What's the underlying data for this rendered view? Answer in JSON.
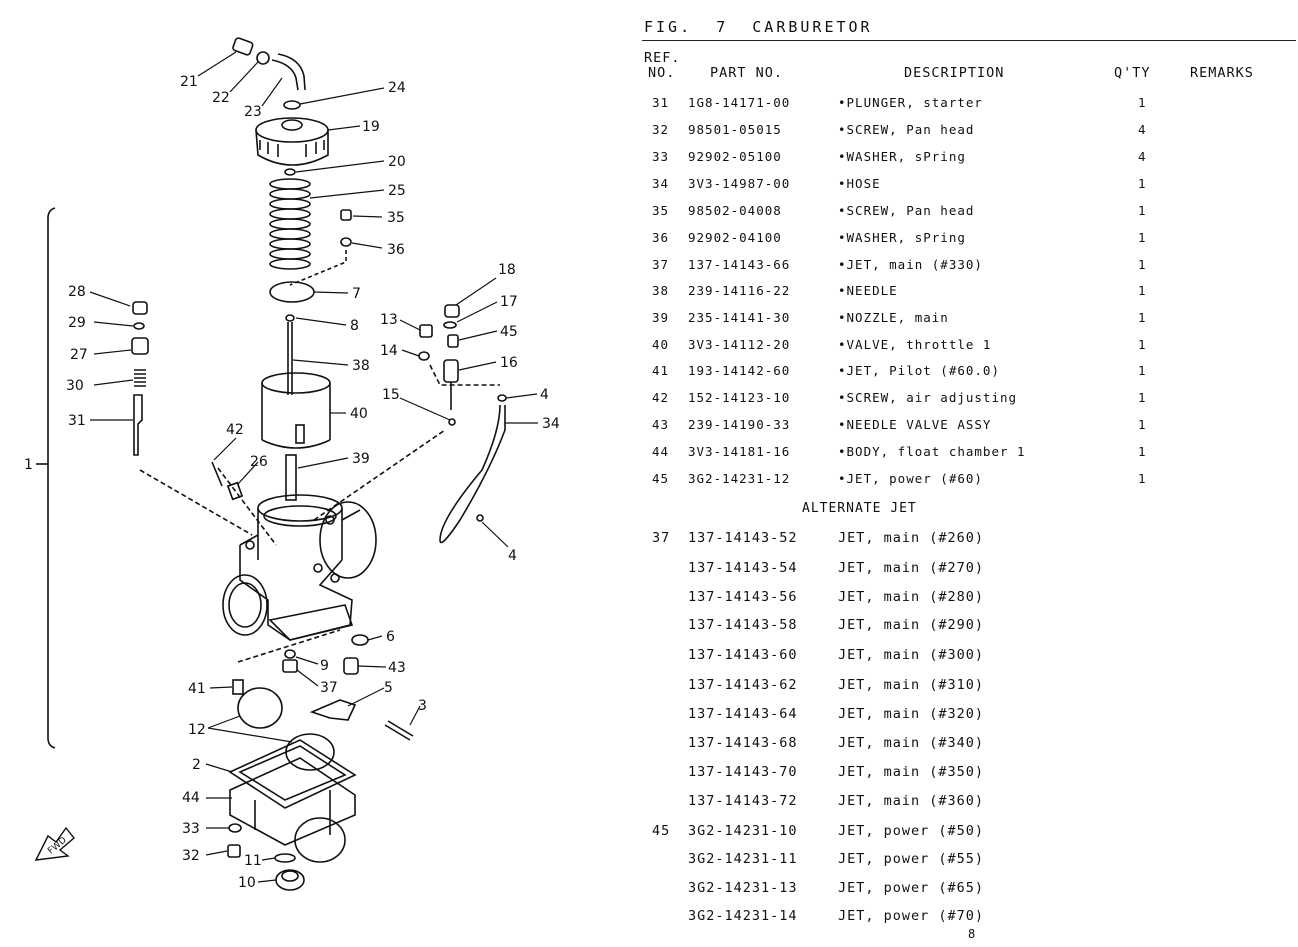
{
  "figure": {
    "title_fig": "FIG.",
    "title_num": "7",
    "title_name": "CARBURETOR"
  },
  "headers": {
    "ref_line1": "REF.",
    "ref_line2": "NO.",
    "part_no": "PART NO.",
    "description": "DESCRIPTION",
    "qty": "Q'TY",
    "remarks": "REMARKS"
  },
  "parts": [
    {
      "ref": "31",
      "part": "1G8-14171-00",
      "desc": "•PLUNGER, starter",
      "qty": "1"
    },
    {
      "ref": "32",
      "part": "98501-05015",
      "desc": "•SCREW, Pan head",
      "qty": "4"
    },
    {
      "ref": "33",
      "part": "92902-05100",
      "desc": "•WASHER, sPring",
      "qty": "4"
    },
    {
      "ref": "34",
      "part": "3V3-14987-00",
      "desc": "•HOSE",
      "qty": "1"
    },
    {
      "ref": "35",
      "part": "98502-04008",
      "desc": "•SCREW, Pan head",
      "qty": "1"
    },
    {
      "ref": "36",
      "part": "92902-04100",
      "desc": "•WASHER, sPring",
      "qty": "1"
    },
    {
      "ref": "37",
      "part": "137-14143-66",
      "desc": "•JET, main (#330)",
      "qty": "1"
    },
    {
      "ref": "38",
      "part": "239-14116-22",
      "desc": "•NEEDLE",
      "qty": "1"
    },
    {
      "ref": "39",
      "part": "235-14141-30",
      "desc": "•NOZZLE, main",
      "qty": "1"
    },
    {
      "ref": "40",
      "part": "3V3-14112-20",
      "desc": "•VALVE, throttle 1",
      "qty": "1"
    },
    {
      "ref": "41",
      "part": "193-14142-60",
      "desc": "•JET, Pilot (#60.0)",
      "qty": "1"
    },
    {
      "ref": "42",
      "part": "152-14123-10",
      "desc": "•SCREW, air adjusting",
      "qty": "1"
    },
    {
      "ref": "43",
      "part": "239-14190-33",
      "desc": "•NEEDLE VALVE ASSY",
      "qty": "1"
    },
    {
      "ref": "44",
      "part": "3V3-14181-16",
      "desc": "•BODY, float chamber 1",
      "qty": "1"
    },
    {
      "ref": "45",
      "part": "3G2-14231-12",
      "desc": "•JET, power (#60)",
      "qty": "1"
    }
  ],
  "alternate_title": "ALTERNATE JET",
  "alternates": [
    {
      "ref": "37",
      "part": "137-14143-52",
      "desc": "JET, main (#260)"
    },
    {
      "ref": "",
      "part": "137-14143-54",
      "desc": "JET, main (#270)"
    },
    {
      "ref": "",
      "part": "137-14143-56",
      "desc": "JET, main (#280)"
    },
    {
      "ref": "",
      "part": "137-14143-58",
      "desc": "JET, main (#290)"
    },
    {
      "ref": "",
      "part": "137-14143-60",
      "desc": "JET, main (#300)"
    },
    {
      "ref": "",
      "part": "137-14143-62",
      "desc": "JET, main (#310)"
    },
    {
      "ref": "",
      "part": "137-14143-64",
      "desc": "JET, main (#320)"
    },
    {
      "ref": "",
      "part": "137-14143-68",
      "desc": "JET, main (#340)"
    },
    {
      "ref": "",
      "part": "137-14143-70",
      "desc": "JET, main (#350)"
    },
    {
      "ref": "",
      "part": "137-14143-72",
      "desc": "JET, main (#360)"
    },
    {
      "ref": "45",
      "part": "3G2-14231-10",
      "desc": "JET, power (#50)"
    },
    {
      "ref": "",
      "part": "3G2-14231-11",
      "desc": "JET, power (#55)"
    },
    {
      "ref": "",
      "part": "3G2-14231-13",
      "desc": "JET, power (#65)"
    },
    {
      "ref": "",
      "part": "3G2-14231-14",
      "desc": "JET, power (#70)"
    }
  ],
  "page_number": "8",
  "diagram": {
    "callouts": [
      "21",
      "22",
      "23",
      "24",
      "19",
      "20",
      "25",
      "35",
      "36",
      "7",
      "8",
      "38",
      "40",
      "28",
      "29",
      "27",
      "30",
      "31",
      "1",
      "42",
      "26",
      "39",
      "18",
      "17",
      "13",
      "45",
      "14",
      "16",
      "15",
      "4",
      "34",
      "4",
      "6",
      "9",
      "43",
      "41",
      "37",
      "5",
      "3",
      "12",
      "2",
      "44",
      "33",
      "32",
      "11",
      "10"
    ],
    "fwd_label": "FWD"
  }
}
